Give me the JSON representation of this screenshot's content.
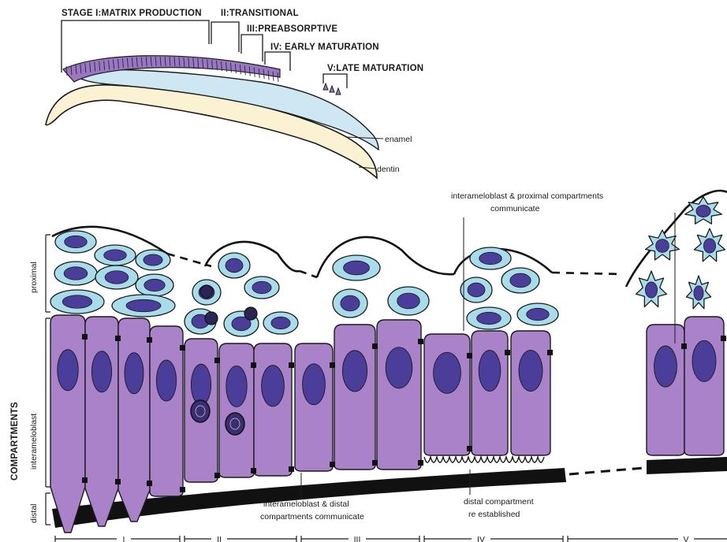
{
  "stage_labels": {
    "stage_i": "STAGE I:MATRIX PRODUCTION",
    "stage_ii": "II:TRANSITIONAL",
    "stage_iii": "III:PREABSORPTIVE",
    "stage_iv": "IV: EARLY MATURATION",
    "stage_v": "V:LATE MATURATION"
  },
  "tissue_labels": {
    "enamel": "enamel",
    "dentin": "dentin"
  },
  "compartment_labels": {
    "axis_title": "COMPARTMENTS",
    "proximal": "proximal",
    "interameloblast": "interameloblast",
    "distal": "distal"
  },
  "annotations": {
    "top_line1": "interameloblast & proximal compartments",
    "top_line2": "communicate",
    "bottom_left_line1": "interameloblast & distal",
    "bottom_left_line2": "compartments communicate",
    "bottom_right_line1": "distal compartment",
    "bottom_right_line2": "re established"
  },
  "bottom_scale": [
    "I",
    "II",
    "III",
    "IV",
    "V"
  ],
  "colors": {
    "ameloblast": "#a982c9",
    "papillary_cell": "#a9dcea",
    "nucleus": "#4b3e9a",
    "enamel": "#cfe7f2",
    "dentin": "#fbf2d4",
    "outline": "#1b1b1b"
  }
}
